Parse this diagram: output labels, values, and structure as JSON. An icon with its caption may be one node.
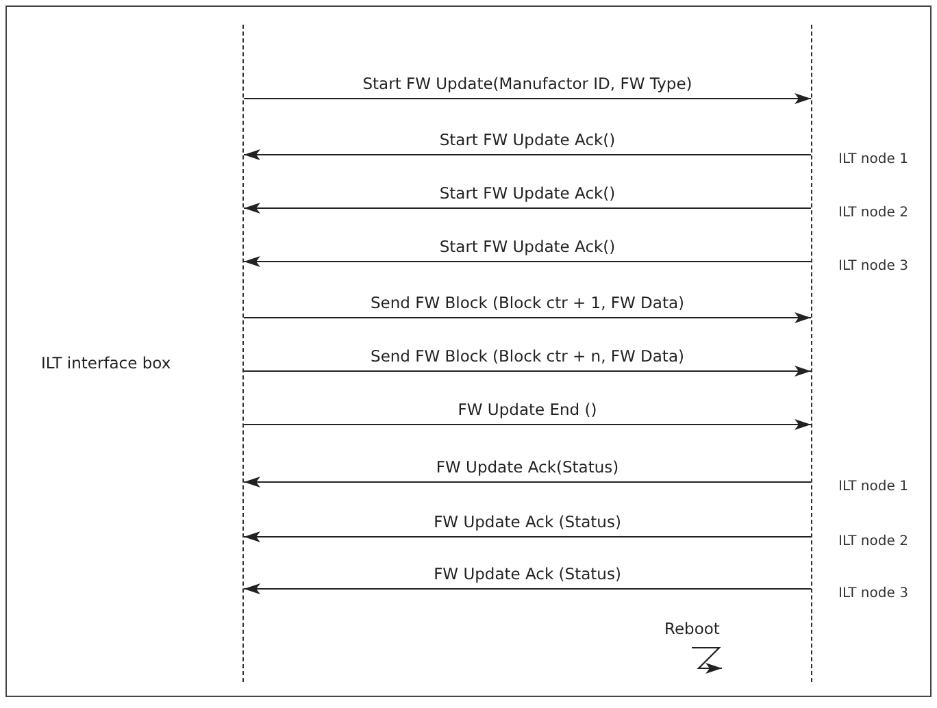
{
  "diagram": {
    "nodes": [
      {
        "text": [
          "ILT interface box"
        ]
      },
      {
        "text": [],
        "shape": "line"
      }
    ],
    "edges": [
      {
        "from": 0,
        "to": 1,
        "arrow": "to",
        "label": "Start FW Update(Manufactor ID, FW Type)"
      },
      {
        "from": 1,
        "to": 0,
        "arrow": "to",
        "label": "Start FW Update Ack()"
      },
      {
        "from": 1,
        "to": 0,
        "arrow": "to",
        "label": "Start FW Update Ack()"
      },
      {
        "from": 1,
        "to": 0,
        "arrow": "to",
        "label": "Start FW Update Ack()"
      },
      {
        "from": 0,
        "to": 1,
        "arrow": "to",
        "label": "Send FW Block (Block ctr + 1, FW Data)"
      },
      {
        "from": 0,
        "to": 1,
        "arrow": "to",
        "label": "Send FW Block (Block ctr + n, FW Data)"
      },
      {
        "from": 0,
        "to": 1,
        "arrow": "to",
        "label": "FW Update End  ()"
      },
      {
        "from": 1,
        "to": 0,
        "arrow": "to",
        "label": "FW Update Ack(Status)"
      },
      {
        "from": 1,
        "to": 0,
        "arrow": "to",
        "label": "FW Update Ack (Status)"
      },
      {
        "from": 1,
        "to": 0,
        "arrow": "to",
        "label": "FW Update Ack (Status)"
      }
    ],
    "labels": [
      "ILT node 1",
      "ILT node 2",
      "ILT node 3",
      "ILT node 1",
      "ILT node 2",
      "ILT node 3",
      "Reboot"
    ]
  }
}
